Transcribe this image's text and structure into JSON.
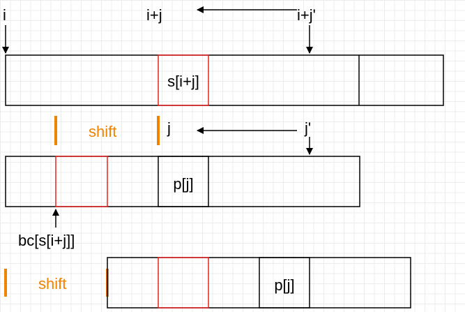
{
  "colors": {
    "stroke": "#000000",
    "highlight": "#E8201E",
    "accent": "#F08300",
    "grid": "#ececec"
  },
  "labels": {
    "i": "i",
    "i_plus_j": "i+j",
    "i_plus_j_prime": "i+j'",
    "s_cell": "s[i+j]",
    "shift_1": "shift",
    "j": "j",
    "j_prime": "j'",
    "p_cell_1": "p[j]",
    "bc": "bc[s[i+j]]",
    "shift_2": "shift",
    "p_cell_2": "p[j]"
  }
}
